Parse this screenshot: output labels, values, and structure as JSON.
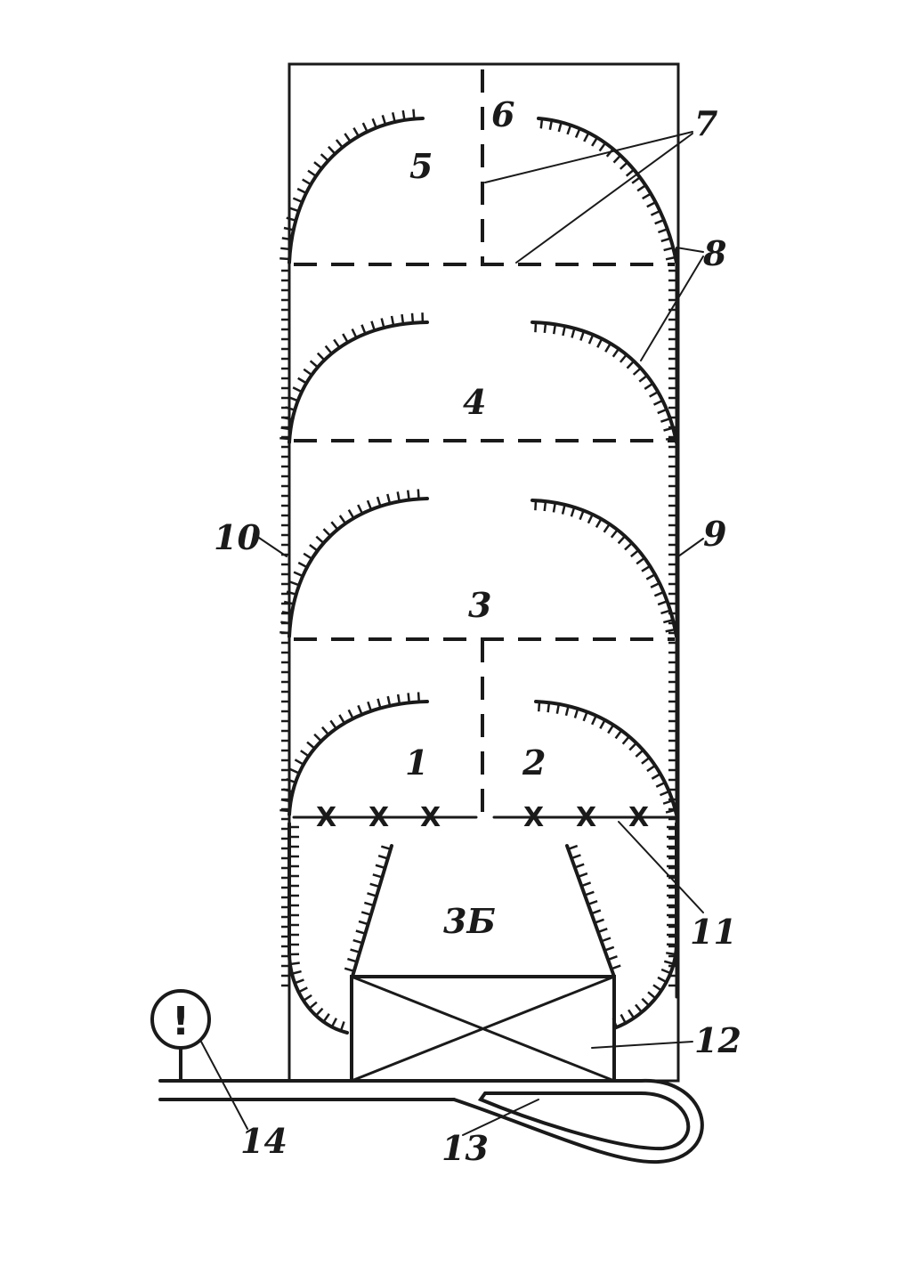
{
  "zones": {
    "z1": "1",
    "z2": "2",
    "z3": "3",
    "z4": "4",
    "z5": "5",
    "z6": "6",
    "z35": "3Б"
  },
  "callouts": {
    "c7": "7",
    "c8": "8",
    "c9": "9",
    "c10": "10",
    "c11": "11",
    "c12": "12",
    "c13": "13",
    "c14": "14"
  },
  "marks": {
    "cross": "X",
    "sign": "!"
  },
  "colors": {
    "ink": "#1a1a1a",
    "paper": "#ffffff"
  }
}
